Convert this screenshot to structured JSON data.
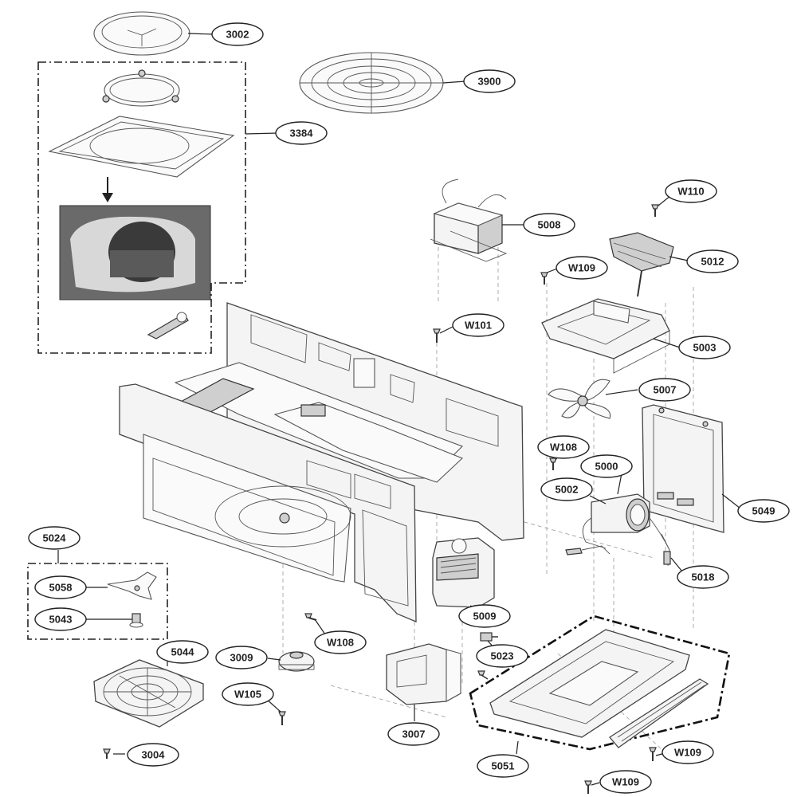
{
  "diagram": {
    "callouts": [
      {
        "id": "3002",
        "label": "3002"
      },
      {
        "id": "3900",
        "label": "3900"
      },
      {
        "id": "3384",
        "label": "3384"
      },
      {
        "id": "W110",
        "label": "W110"
      },
      {
        "id": "5008",
        "label": "5008"
      },
      {
        "id": "W109a",
        "label": "W109"
      },
      {
        "id": "5012",
        "label": "5012"
      },
      {
        "id": "W101",
        "label": "W101"
      },
      {
        "id": "5003",
        "label": "5003"
      },
      {
        "id": "5007",
        "label": "5007"
      },
      {
        "id": "W108a",
        "label": "W108"
      },
      {
        "id": "5000",
        "label": "5000"
      },
      {
        "id": "5002",
        "label": "5002"
      },
      {
        "id": "5049",
        "label": "5049"
      },
      {
        "id": "5024",
        "label": "5024"
      },
      {
        "id": "5058",
        "label": "5058"
      },
      {
        "id": "5043",
        "label": "5043"
      },
      {
        "id": "5018",
        "label": "5018"
      },
      {
        "id": "5009",
        "label": "5009"
      },
      {
        "id": "W108b",
        "label": "W108"
      },
      {
        "id": "5023",
        "label": "5023"
      },
      {
        "id": "5044",
        "label": "5044"
      },
      {
        "id": "3009",
        "label": "3009"
      },
      {
        "id": "W105",
        "label": "W105"
      },
      {
        "id": "3007",
        "label": "3007"
      },
      {
        "id": "3004",
        "label": "3004"
      },
      {
        "id": "5051",
        "label": "5051"
      },
      {
        "id": "W109b",
        "label": "W109"
      },
      {
        "id": "W109c",
        "label": "W109"
      }
    ]
  }
}
